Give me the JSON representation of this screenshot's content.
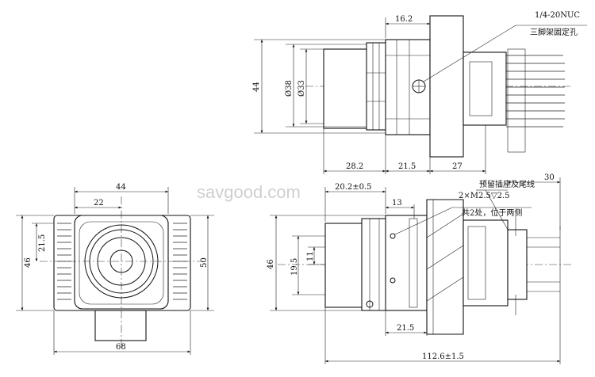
{
  "watermark": "savgood.com",
  "top_view": {
    "dims": {
      "top_width": "16.2",
      "height": "44",
      "dia_outer": "Ø38",
      "dia_inner": "Ø33",
      "bottom_a": "28.2",
      "bottom_b": "21.5",
      "bottom_c": "27"
    },
    "note_line1": "1/4-20NUC",
    "note_line2": "三脚架固定孔"
  },
  "front_view": {
    "dims": {
      "width": "44",
      "half": "22",
      "left_h": "21.5",
      "height": "46",
      "right_h": "50",
      "bottom_w": "68"
    }
  },
  "side_view": {
    "dims": {
      "top_a": "20.2±0.5",
      "top_b": "13",
      "right_top": "30",
      "height": "46",
      "dia": "19.5",
      "small": "11",
      "bottom_a": "21.5",
      "total": "112.6±1.5"
    },
    "note_a": "预留插座及尾线",
    "note_b1": "2×M2.5▽2.5",
    "note_b2": "共2处，位于两侧"
  }
}
